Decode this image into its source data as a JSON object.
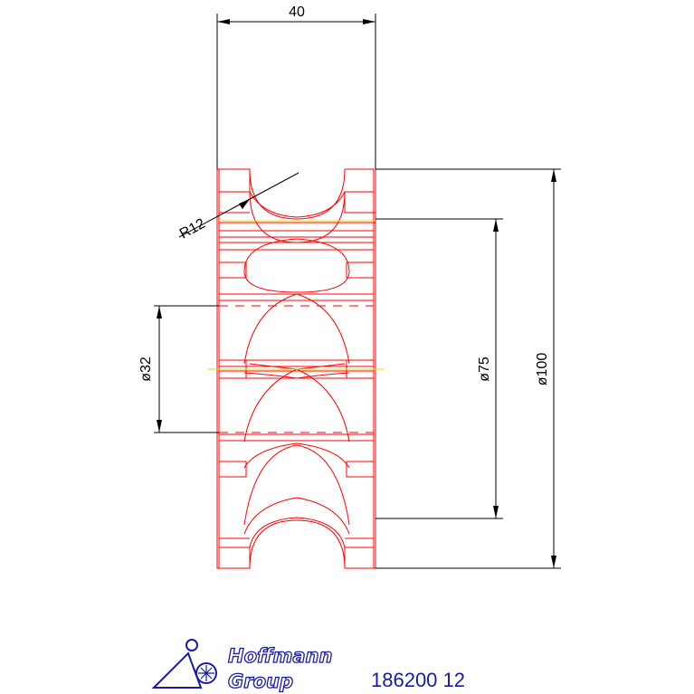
{
  "dimensions": {
    "width": "40",
    "radius": "R12",
    "bore": "ø32",
    "pitch_diameter": "ø75",
    "outer_diameter": "ø100"
  },
  "logo": {
    "line1": "Hoffmann",
    "line2": "Group"
  },
  "part_number": "186200 12",
  "colors": {
    "outline": "#ff0000",
    "centerline": "#ffcc00",
    "dimension": "#000000",
    "brand": "#1a1aa6"
  }
}
